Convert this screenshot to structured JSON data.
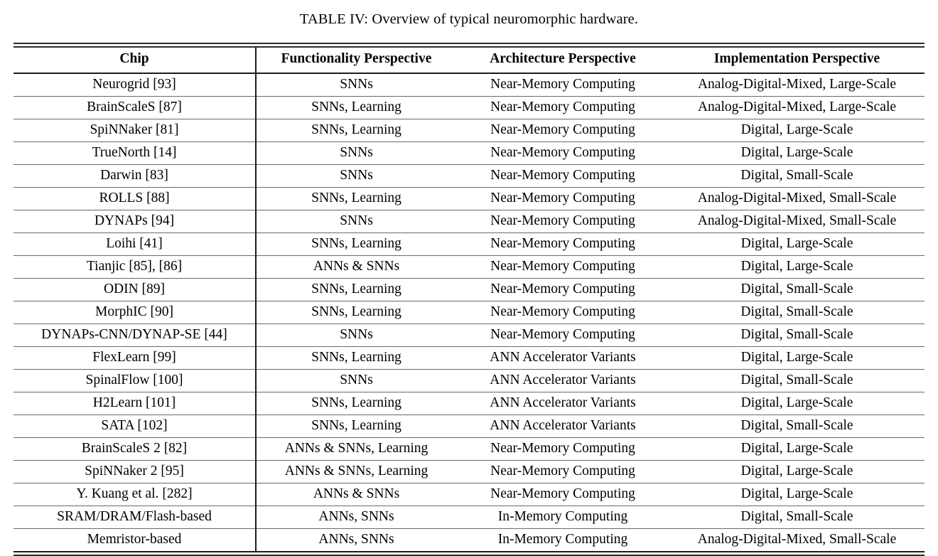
{
  "caption": "TABLE IV: Overview of typical neuromorphic hardware.",
  "table": {
    "columns": [
      "Chip",
      "Functionality Perspective",
      "Architecture Perspective",
      "Implementation Perspective"
    ],
    "rows": [
      [
        "Neurogrid [93]",
        "SNNs",
        "Near-Memory Computing",
        "Analog-Digital-Mixed, Large-Scale"
      ],
      [
        "BrainScaleS [87]",
        "SNNs, Learning",
        "Near-Memory Computing",
        "Analog-Digital-Mixed, Large-Scale"
      ],
      [
        "SpiNNaker [81]",
        "SNNs, Learning",
        "Near-Memory Computing",
        "Digital, Large-Scale"
      ],
      [
        "TrueNorth [14]",
        "SNNs",
        "Near-Memory Computing",
        "Digital, Large-Scale"
      ],
      [
        "Darwin [83]",
        "SNNs",
        "Near-Memory Computing",
        "Digital, Small-Scale"
      ],
      [
        "ROLLS [88]",
        "SNNs, Learning",
        "Near-Memory Computing",
        "Analog-Digital-Mixed, Small-Scale"
      ],
      [
        "DYNAPs [94]",
        "SNNs",
        "Near-Memory Computing",
        "Analog-Digital-Mixed, Small-Scale"
      ],
      [
        "Loihi [41]",
        "SNNs, Learning",
        "Near-Memory Computing",
        "Digital, Large-Scale"
      ],
      [
        "Tianjic [85], [86]",
        "ANNs & SNNs",
        "Near-Memory Computing",
        "Digital, Large-Scale"
      ],
      [
        "ODIN [89]",
        "SNNs, Learning",
        "Near-Memory Computing",
        "Digital, Small-Scale"
      ],
      [
        "MorphIC [90]",
        "SNNs, Learning",
        "Near-Memory Computing",
        "Digital, Small-Scale"
      ],
      [
        "DYNAPs-CNN/DYNAP-SE [44]",
        "SNNs",
        "Near-Memory Computing",
        "Digital, Small-Scale"
      ],
      [
        "FlexLearn [99]",
        "SNNs, Learning",
        "ANN Accelerator Variants",
        "Digital, Large-Scale"
      ],
      [
        "SpinalFlow [100]",
        "SNNs",
        "ANN Accelerator Variants",
        "Digital, Small-Scale"
      ],
      [
        "H2Learn [101]",
        "SNNs, Learning",
        "ANN Accelerator Variants",
        "Digital, Large-Scale"
      ],
      [
        "SATA [102]",
        "SNNs, Learning",
        "ANN Accelerator Variants",
        "Digital, Small-Scale"
      ],
      [
        "BrainScaleS 2 [82]",
        "ANNs & SNNs, Learning",
        "Near-Memory Computing",
        "Digital, Large-Scale"
      ],
      [
        "SpiNNaker 2 [95]",
        "ANNs & SNNs, Learning",
        "Near-Memory Computing",
        "Digital, Large-Scale"
      ],
      [
        "Y. Kuang et al. [282]",
        "ANNs & SNNs",
        "Near-Memory Computing",
        "Digital, Large-Scale"
      ],
      [
        "SRAM/DRAM/Flash-based",
        "ANNs, SNNs",
        "In-Memory Computing",
        "Digital, Small-Scale"
      ],
      [
        "Memristor-based",
        "ANNs, SNNs",
        "In-Memory Computing",
        "Analog-Digital-Mixed, Small-Scale"
      ]
    ]
  }
}
